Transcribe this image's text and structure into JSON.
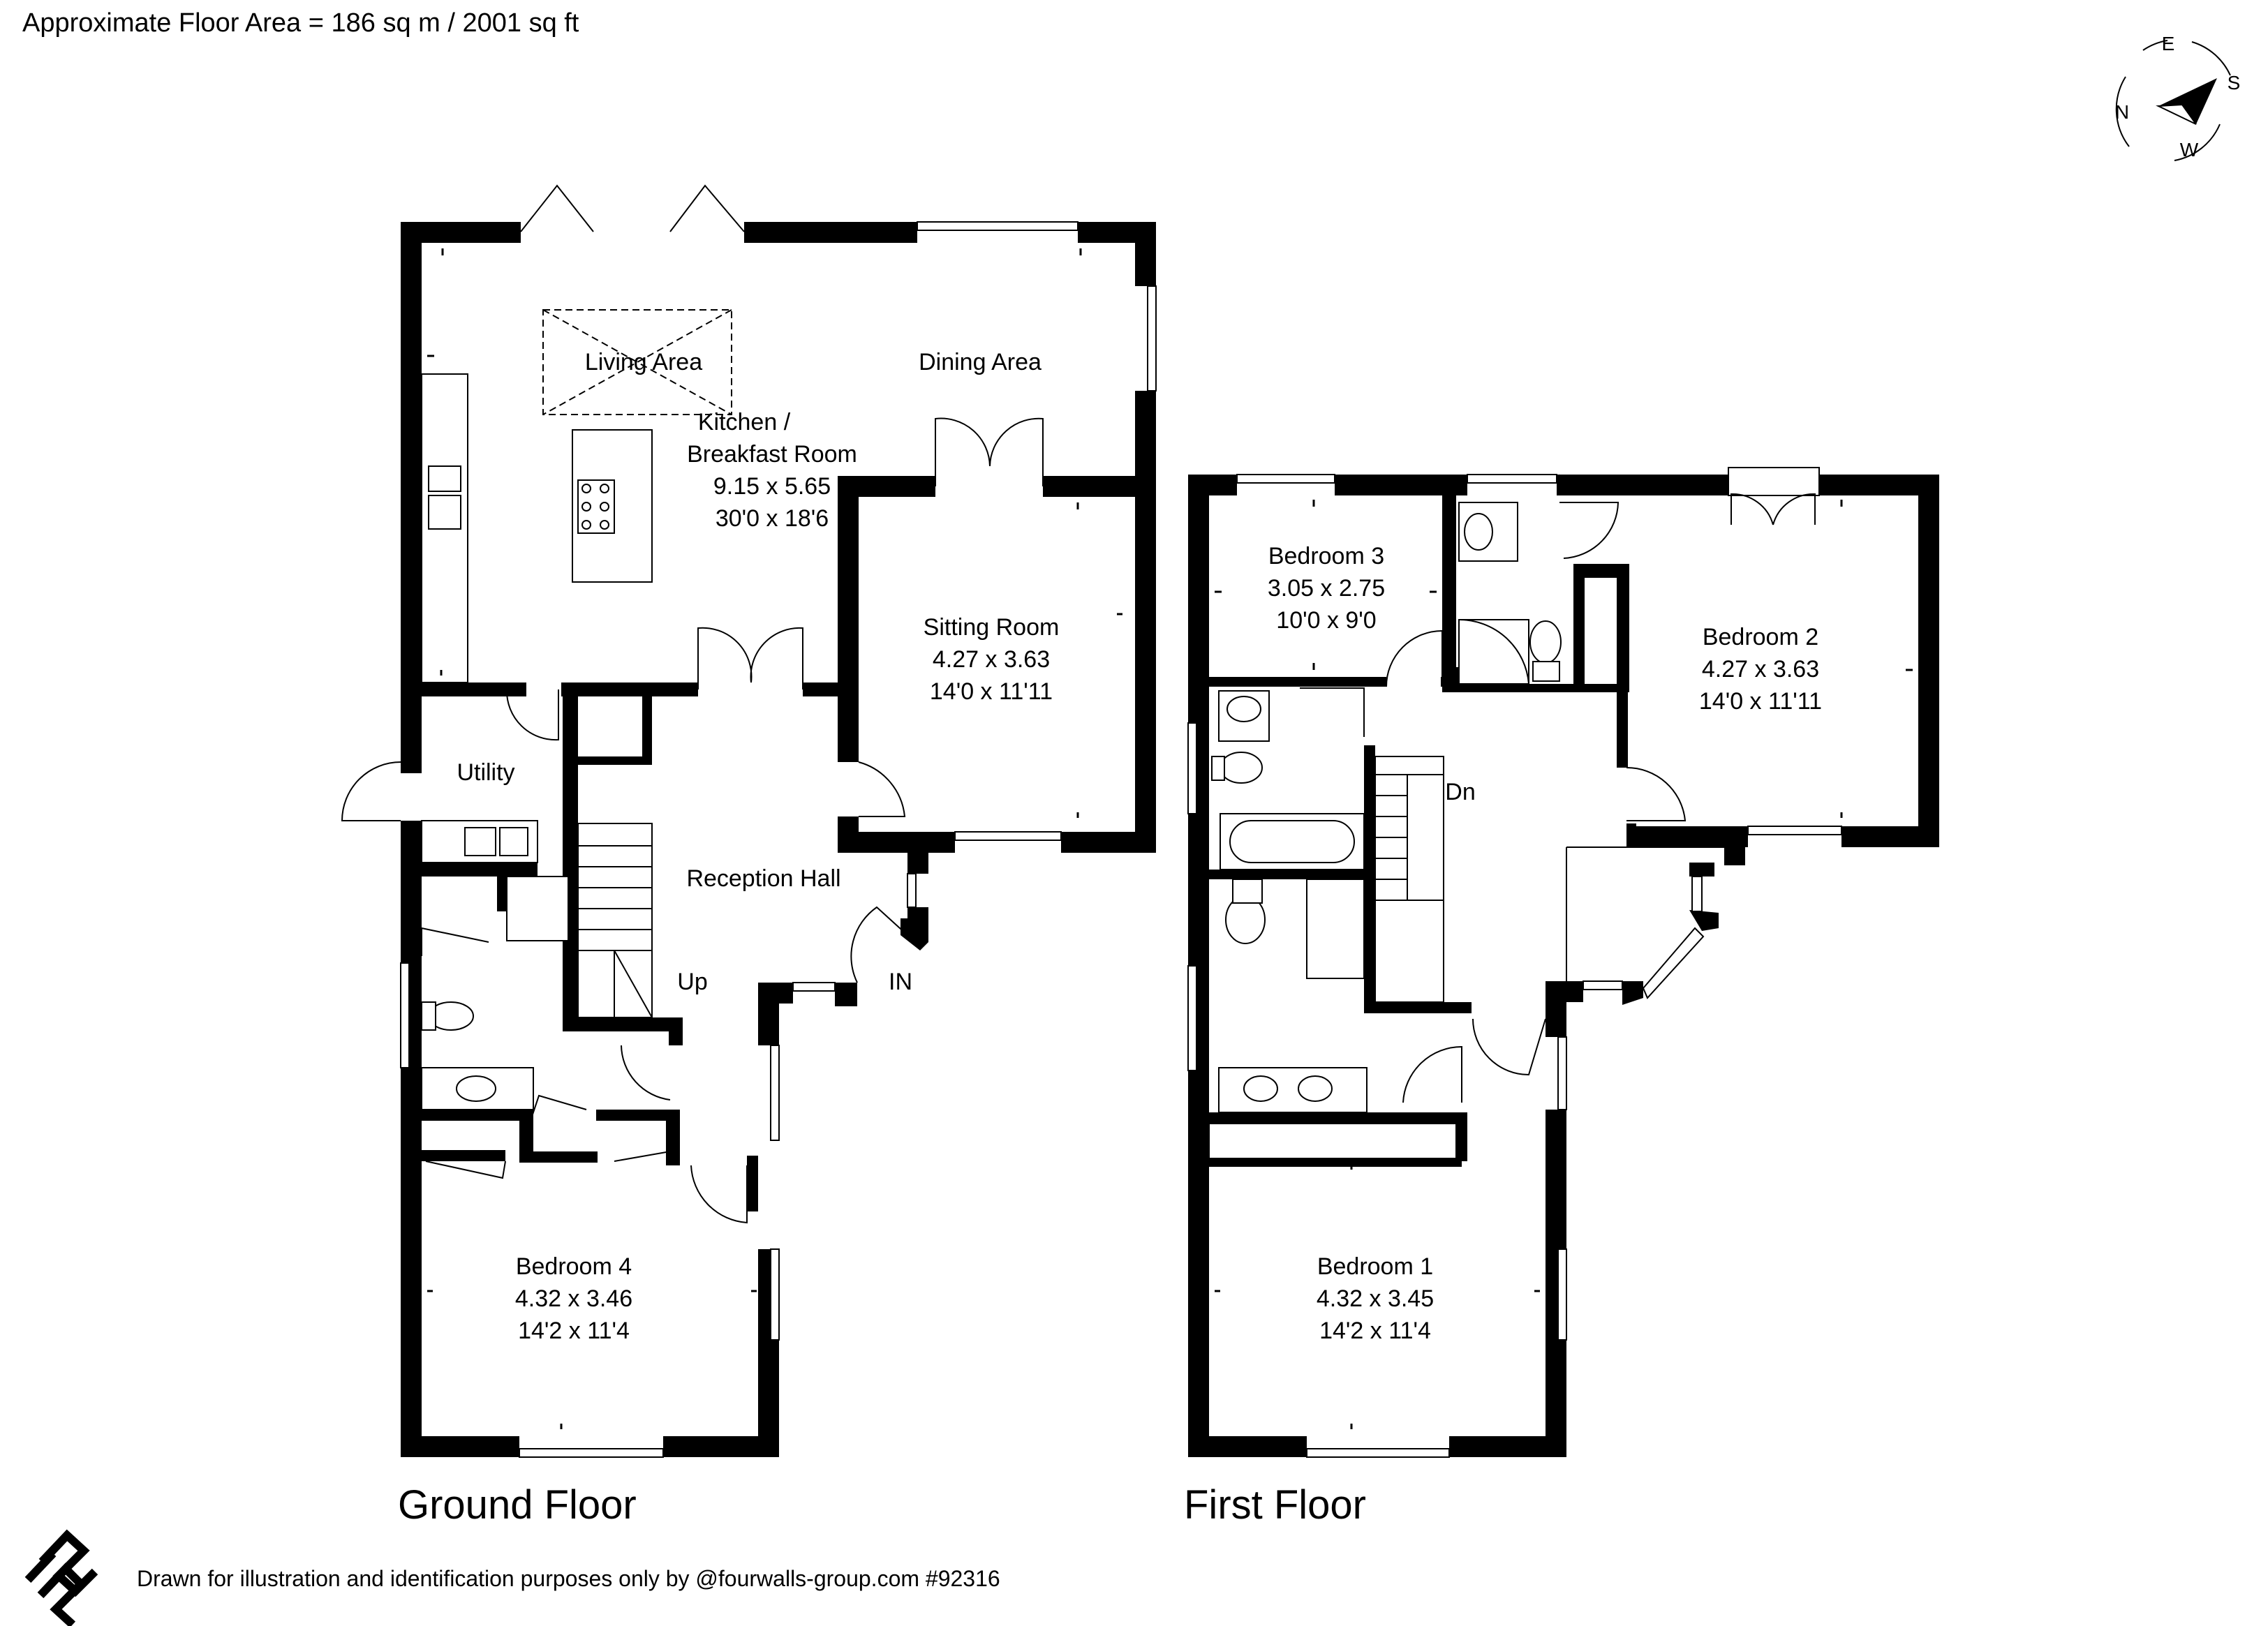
{
  "header": {
    "floor_area": "Approximate Floor Area = 186 sq m / 2001 sq ft"
  },
  "footer": {
    "disclaimer": "Drawn for illustration and identification purposes only by @fourwalls-group.com #92316"
  },
  "compass": {
    "n": "N",
    "e": "E",
    "s": "S",
    "w": "W"
  },
  "ground_floor": {
    "title": "Ground Floor",
    "living_area": "Living Area",
    "dining_area": "Dining Area",
    "kitchen": {
      "name1": "Kitchen /",
      "name2": "Breakfast Room",
      "metric": "9.15 x 5.65",
      "imperial": "30'0 x 18'6"
    },
    "sitting_room": {
      "name": "Sitting Room",
      "metric": "4.27 x 3.63",
      "imperial": "14'0 x 11'11"
    },
    "utility": "Utility",
    "reception_hall": "Reception Hall",
    "up": "Up",
    "entrance": "IN",
    "bedroom4": {
      "name": "Bedroom 4",
      "metric": "4.32 x 3.46",
      "imperial": "14'2 x 11'4"
    }
  },
  "first_floor": {
    "title": "First Floor",
    "bedroom3": {
      "name": "Bedroom 3",
      "metric": "3.05 x 2.75",
      "imperial": "10'0 x 9'0"
    },
    "bedroom2": {
      "name": "Bedroom 2",
      "metric": "4.27 x 3.63",
      "imperial": "14'0 x 11'11"
    },
    "bedroom1": {
      "name": "Bedroom 1",
      "metric": "4.32 x 3.45",
      "imperial": "14'2 x 11'4"
    },
    "down": "Dn"
  }
}
